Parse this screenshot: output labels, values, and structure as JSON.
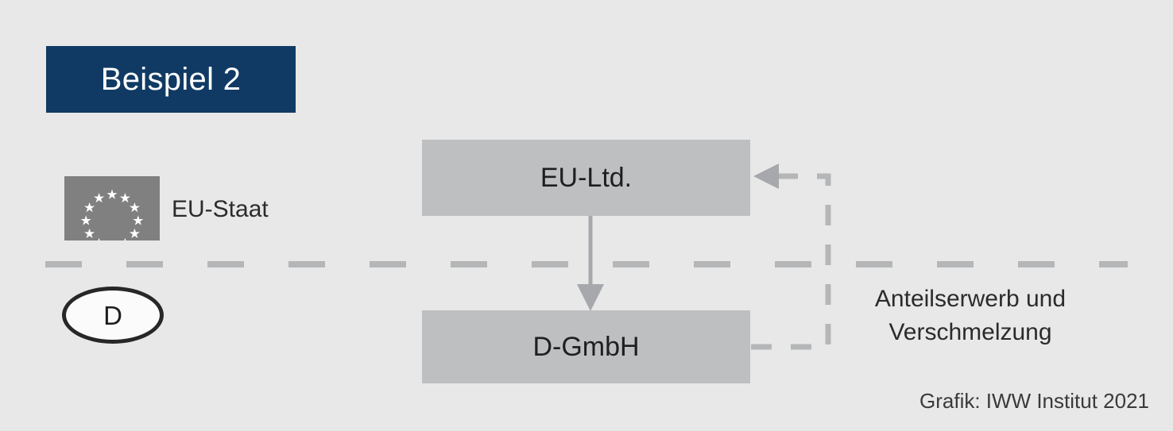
{
  "figure": {
    "title_badge": {
      "label": "Beispiel 2",
      "background_color": "#103a63",
      "text_color": "#ffffff"
    },
    "background_color": "#e8e8e8",
    "credit": "Grafik: IWW Institut 2021"
  },
  "jurisdictions": {
    "upper": {
      "icon": "eu-flag-icon",
      "label": "EU-Staat",
      "flag_color": "#808080",
      "star_color": "#ffffff",
      "star_count": 12
    },
    "lower": {
      "icon": "country-oval-icon",
      "code": "D",
      "fill_color": "#fbfbfb",
      "outline_color": "#272727"
    },
    "border": {
      "name": "state-border-line",
      "style": "dashed",
      "color": "#b4b6b8"
    }
  },
  "entities": [
    {
      "id": "eu-ltd",
      "label": "EU-Ltd.",
      "side": "upper",
      "fill_color": "#bdbfc1",
      "text_color": "#1f1f1f"
    },
    {
      "id": "d-gmbh",
      "label": "D-GmbH",
      "side": "lower",
      "fill_color": "#bdbfc1",
      "text_color": "#1f1f1f"
    }
  ],
  "connectors": [
    {
      "id": "holding-arrow",
      "from": "eu-ltd",
      "to": "d-gmbh",
      "style": "solid",
      "arrow": "down",
      "color": "#a6a8ab",
      "label": ""
    },
    {
      "id": "acquisition-merger-arrow",
      "from": "d-gmbh",
      "to": "eu-ltd",
      "style": "dashed",
      "arrow": "left",
      "color": "#b4b6b8",
      "label_lines": [
        "Anteilserwerb und",
        "Verschmelzung"
      ]
    }
  ],
  "annotation": {
    "line1": "Anteilserwerb und",
    "line2": "Verschmelzung"
  }
}
